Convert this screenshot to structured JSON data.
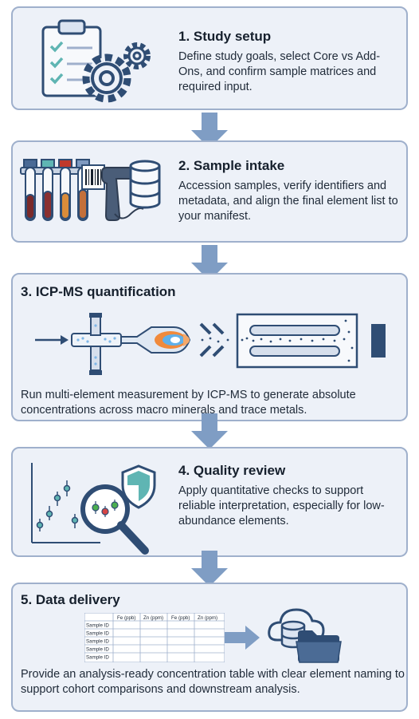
{
  "steps": [
    {
      "title": "1. Study setup",
      "desc": "Define study goals, select Core vs Add-Ons, and confirm sample matrices and required input."
    },
    {
      "title": "2. Sample intake",
      "desc": "Accession samples, verify identifiers and metadata, and align the final element list to your manifest."
    },
    {
      "title": "3. ICP-MS quantification",
      "desc": "Run multi-element measurement by ICP-MS to generate absolute concentrations across macro minerals and trace metals."
    },
    {
      "title": "4. Quality review",
      "desc": "Apply quantitative checks to support reliable interpretation, especially for low-abundance elements."
    },
    {
      "title": "5. Data delivery",
      "desc": "Provide an analysis-ready concentration table with clear element naming to support cohort comparisons and downstream analysis."
    }
  ],
  "table": {
    "headers": [
      "",
      "Fe (ppb)",
      "Zn (ppm)",
      "Fe (ppb)",
      "Zn (ppm)"
    ],
    "rows": [
      "Sample ID",
      "Sample ID",
      "Sample ID",
      "Sample ID",
      "Sample ID"
    ]
  },
  "colors": {
    "card_bg": "#edf1f8",
    "card_border": "#9fb0cc",
    "arrow": "#7f9dc4",
    "accent_teal": "#5fb5b3",
    "accent_navy": "#2f4d74"
  },
  "icons": [
    "clipboard-icon",
    "gear-icon",
    "sample-tubes-icon",
    "barcode-icon",
    "barcode-scanner-icon",
    "database-icon",
    "icp-ms-schematic",
    "scatter-plot-icon",
    "magnifier-icon",
    "shield-icon",
    "cloud-database-icon",
    "folder-icon"
  ]
}
